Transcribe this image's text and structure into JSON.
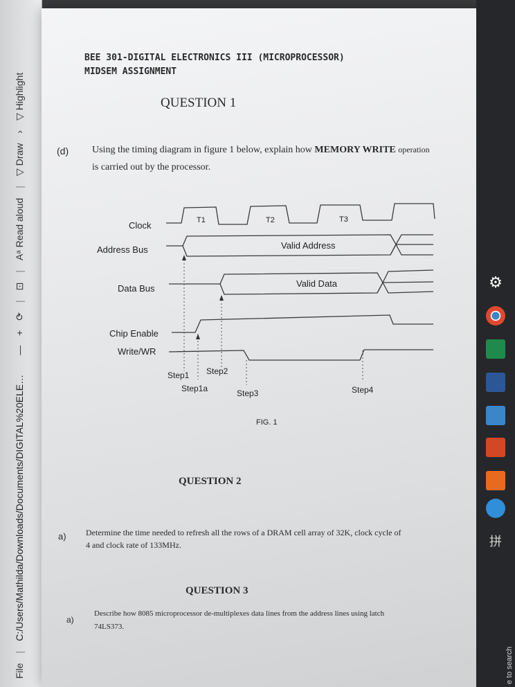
{
  "toolbar": {
    "path": "C:/Users/Mathilda/Downloads/Documents/DIGITAL%20ELE…",
    "file_label": "File",
    "zoom_out": "—",
    "zoom_in": "+",
    "read_aloud": "Read aloud",
    "draw": "Draw",
    "highlight": "Highlight"
  },
  "document": {
    "course_title": "BEE 301-DIGITAL ELECTRONICS III (MICROPROCESSOR)",
    "course_subtitle": "MIDSEM ASSIGNMENT",
    "q1": {
      "heading": "QUESTION 1",
      "part": "(d)",
      "text_line1_pre": "Using the timing diagram in figure 1 below, explain how",
      "text_line1_em": "MEMORY WRITE",
      "text_line1_post": "operation",
      "text_line2": "is carried out by the processor."
    },
    "figure": {
      "signals": {
        "clock": "Clock",
        "address": "Address Bus",
        "data": "Data Bus",
        "chip_enable": "Chip Enable",
        "write": "Write/WR"
      },
      "states": [
        "T1",
        "T2",
        "T3"
      ],
      "bus_labels": {
        "address": "Valid Address",
        "data": "Valid Data"
      },
      "steps": {
        "step1": "Step1",
        "step1a": "Step1a",
        "step2": "Step2",
        "step3": "Step3",
        "step4": "Step4"
      },
      "caption": "FIG. 1"
    },
    "q2": {
      "heading": "QUESTION 2",
      "part": "a)",
      "text_line1": "Determine the time needed to refresh all the rows of a DRAM cell array of 32K, clock cycle of",
      "text_line2": "4 and clock rate of 133MHz."
    },
    "q3": {
      "heading": "QUESTION 3",
      "part": "a)",
      "text_line1": "Describe how 8085 microprocessor de-multiplexes data lines from the address lines using latch",
      "text_line2": "74LS373."
    }
  },
  "taskbar": {
    "search_text": "e to search",
    "colors": {
      "settings": "#ffffff",
      "chrome": "#e0492f",
      "excel": "#1f8a4c",
      "word": "#2b5797",
      "store": "#3a86c8",
      "powerpoint": "#d24726",
      "office": "#e86a1e",
      "edge": "#2f8fd8"
    }
  }
}
